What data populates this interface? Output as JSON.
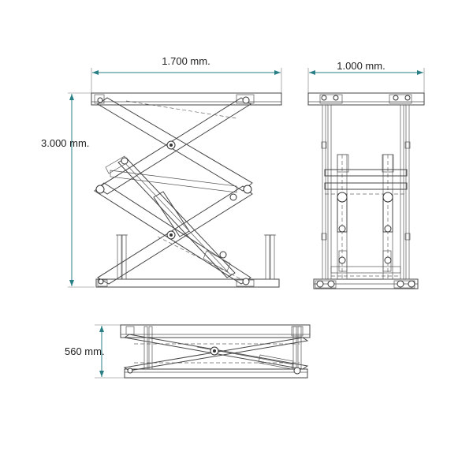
{
  "dimensions": {
    "front_width": "1.700 mm.",
    "side_width": "1.000 mm.",
    "extended_height": "3.000 mm.",
    "closed_height": "560 mm."
  },
  "colors": {
    "dimension_line": "#2a7f86",
    "part_line": "#444444",
    "background": "#ffffff"
  },
  "views": [
    "front-view-extended",
    "side-view-extended",
    "front-view-closed"
  ]
}
